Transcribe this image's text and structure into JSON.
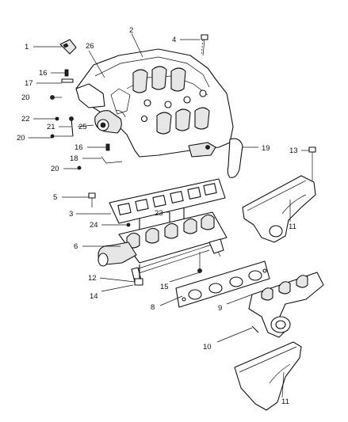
{
  "callouts": [
    {
      "id": "1",
      "text": "1"
    },
    {
      "id": "2",
      "text": "2"
    },
    {
      "id": "3",
      "text": "3"
    },
    {
      "id": "4",
      "text": "4"
    },
    {
      "id": "5",
      "text": "5"
    },
    {
      "id": "6",
      "text": "6"
    },
    {
      "id": "8",
      "text": "8"
    },
    {
      "id": "9",
      "text": "9"
    },
    {
      "id": "10",
      "text": "10"
    },
    {
      "id": "11a",
      "text": "11"
    },
    {
      "id": "11b",
      "text": "11"
    },
    {
      "id": "12",
      "text": "12"
    },
    {
      "id": "13",
      "text": "13"
    },
    {
      "id": "14",
      "text": "14"
    },
    {
      "id": "15",
      "text": "15"
    },
    {
      "id": "16a",
      "text": "16"
    },
    {
      "id": "16b",
      "text": "16"
    },
    {
      "id": "17",
      "text": "17"
    },
    {
      "id": "18",
      "text": "18"
    },
    {
      "id": "19",
      "text": "19"
    },
    {
      "id": "20a",
      "text": "20"
    },
    {
      "id": "20b",
      "text": "20"
    },
    {
      "id": "20c",
      "text": "20"
    },
    {
      "id": "21",
      "text": "21"
    },
    {
      "id": "22",
      "text": "22"
    },
    {
      "id": "23",
      "text": "23"
    },
    {
      "id": "24",
      "text": "24"
    },
    {
      "id": "25",
      "text": "25"
    },
    {
      "id": "26",
      "text": "26"
    }
  ]
}
